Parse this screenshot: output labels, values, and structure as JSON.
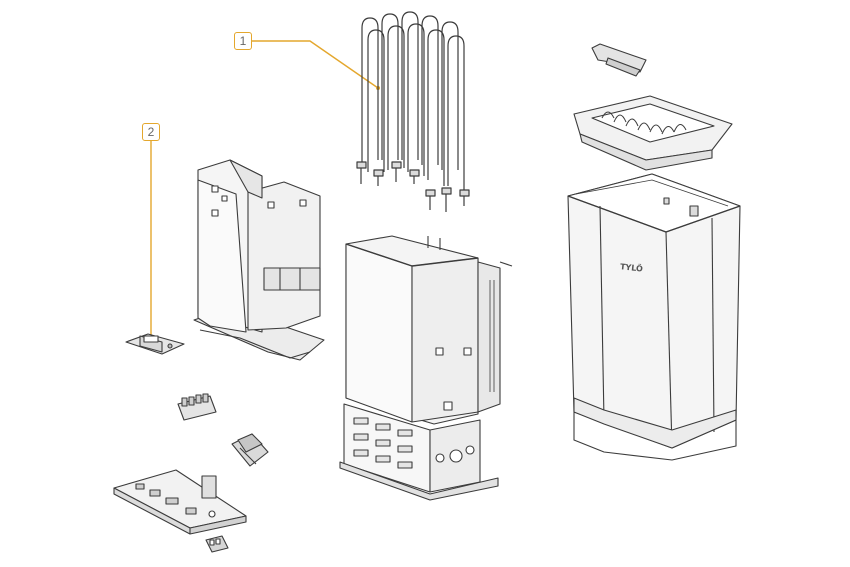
{
  "diagram": {
    "colors": {
      "line": "#3c3c3c",
      "fill": "#f3f3f3",
      "shade": "#dcdcdc",
      "callout": "#e4a72d",
      "background": "#ffffff"
    },
    "callouts": [
      {
        "number": "1",
        "target": "heating-elements"
      },
      {
        "number": "2",
        "target": "small-circuit-board"
      }
    ],
    "brand_mark": "TYLÖ"
  }
}
